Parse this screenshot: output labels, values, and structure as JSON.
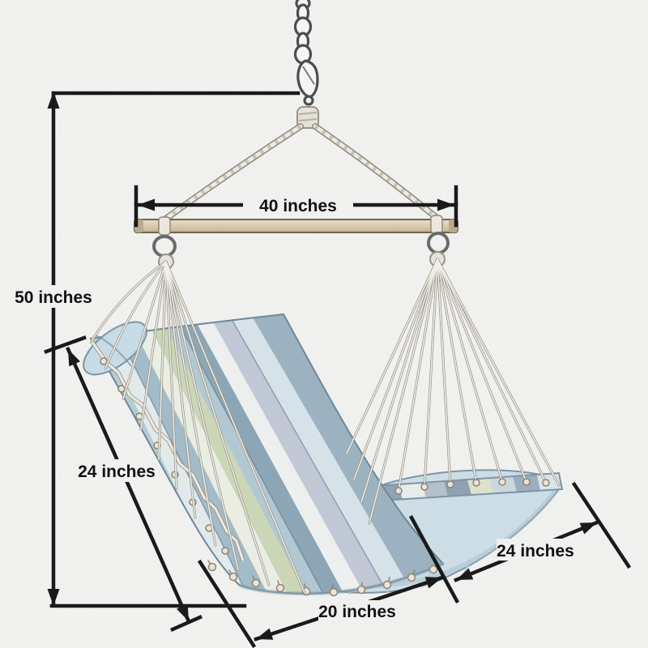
{
  "diagram": {
    "type": "product-dimension-diagram",
    "subject": "hanging hammock lounge chair with spreader bar, chain and striped cushion"
  },
  "dimensions": {
    "overall_height": {
      "label": "50 inches",
      "value": 50,
      "unit": "inches"
    },
    "spreader_bar_width": {
      "label": "40 inches",
      "value": 40,
      "unit": "inches"
    },
    "backrest_length": {
      "label": "24 inches",
      "value": 24,
      "unit": "inches"
    },
    "seat_depth": {
      "label": "24 inches",
      "value": 24,
      "unit": "inches"
    },
    "seat_width": {
      "label": "20 inches",
      "value": 20,
      "unit": "inches"
    }
  },
  "colors": {
    "background": "#f2f2f0",
    "dimension_lines": "#1a1a1a",
    "label_text": "#111111",
    "wood_bar": "#d8cbae",
    "rope": "#efece4",
    "fabric_light_blue": "#cfe3ea",
    "fabric_steel_blue": "#8ea7b7",
    "fabric_sage_green": "#ccd8b8",
    "fabric_lavender": "#c2c9d7",
    "fabric_white": "#eef1ef"
  }
}
